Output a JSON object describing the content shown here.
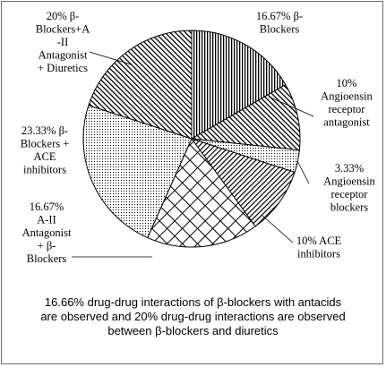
{
  "chart_data": {
    "type": "pie",
    "slices": [
      {
        "label_lines": [
          "16.67% β-",
          "Blockers"
        ],
        "value": 16.67,
        "pattern": "pat-vert"
      },
      {
        "label_lines": [
          "10%",
          "Angioensin",
          "receptor",
          "antagonist"
        ],
        "value": 10,
        "pattern": "pat-diag-rev"
      },
      {
        "label_lines": [
          "3.33%",
          "Angioensin",
          "receptor",
          "blockers"
        ],
        "value": 3.33,
        "pattern": "pat-dots"
      },
      {
        "label_lines": [
          "10% ACE",
          "inhibitors"
        ],
        "value": 10,
        "pattern": "pat-diag"
      },
      {
        "label_lines": [
          "16.67%",
          "A-II",
          "Antagonist",
          "+ β-",
          "Blockers"
        ],
        "value": 16.67,
        "pattern": "pat-grid"
      },
      {
        "label_lines": [
          "23.33% β-",
          "Blockers +",
          "ACE",
          "inhibitors"
        ],
        "value": 23.33,
        "pattern": "pat-dots"
      },
      {
        "label_lines": [
          "20% β-",
          "Blockers+A",
          "-II",
          "Antagonist",
          "+ Diuretics"
        ],
        "value": 20,
        "pattern": "pat-diag-rev"
      }
    ]
  },
  "caption": {
    "line1": "16.66% drug-drug interactions of β-blockers with antacids",
    "line2": "are observed and 20% drug-drug interactions are observed",
    "line3": "between β-blockers and diuretics"
  }
}
